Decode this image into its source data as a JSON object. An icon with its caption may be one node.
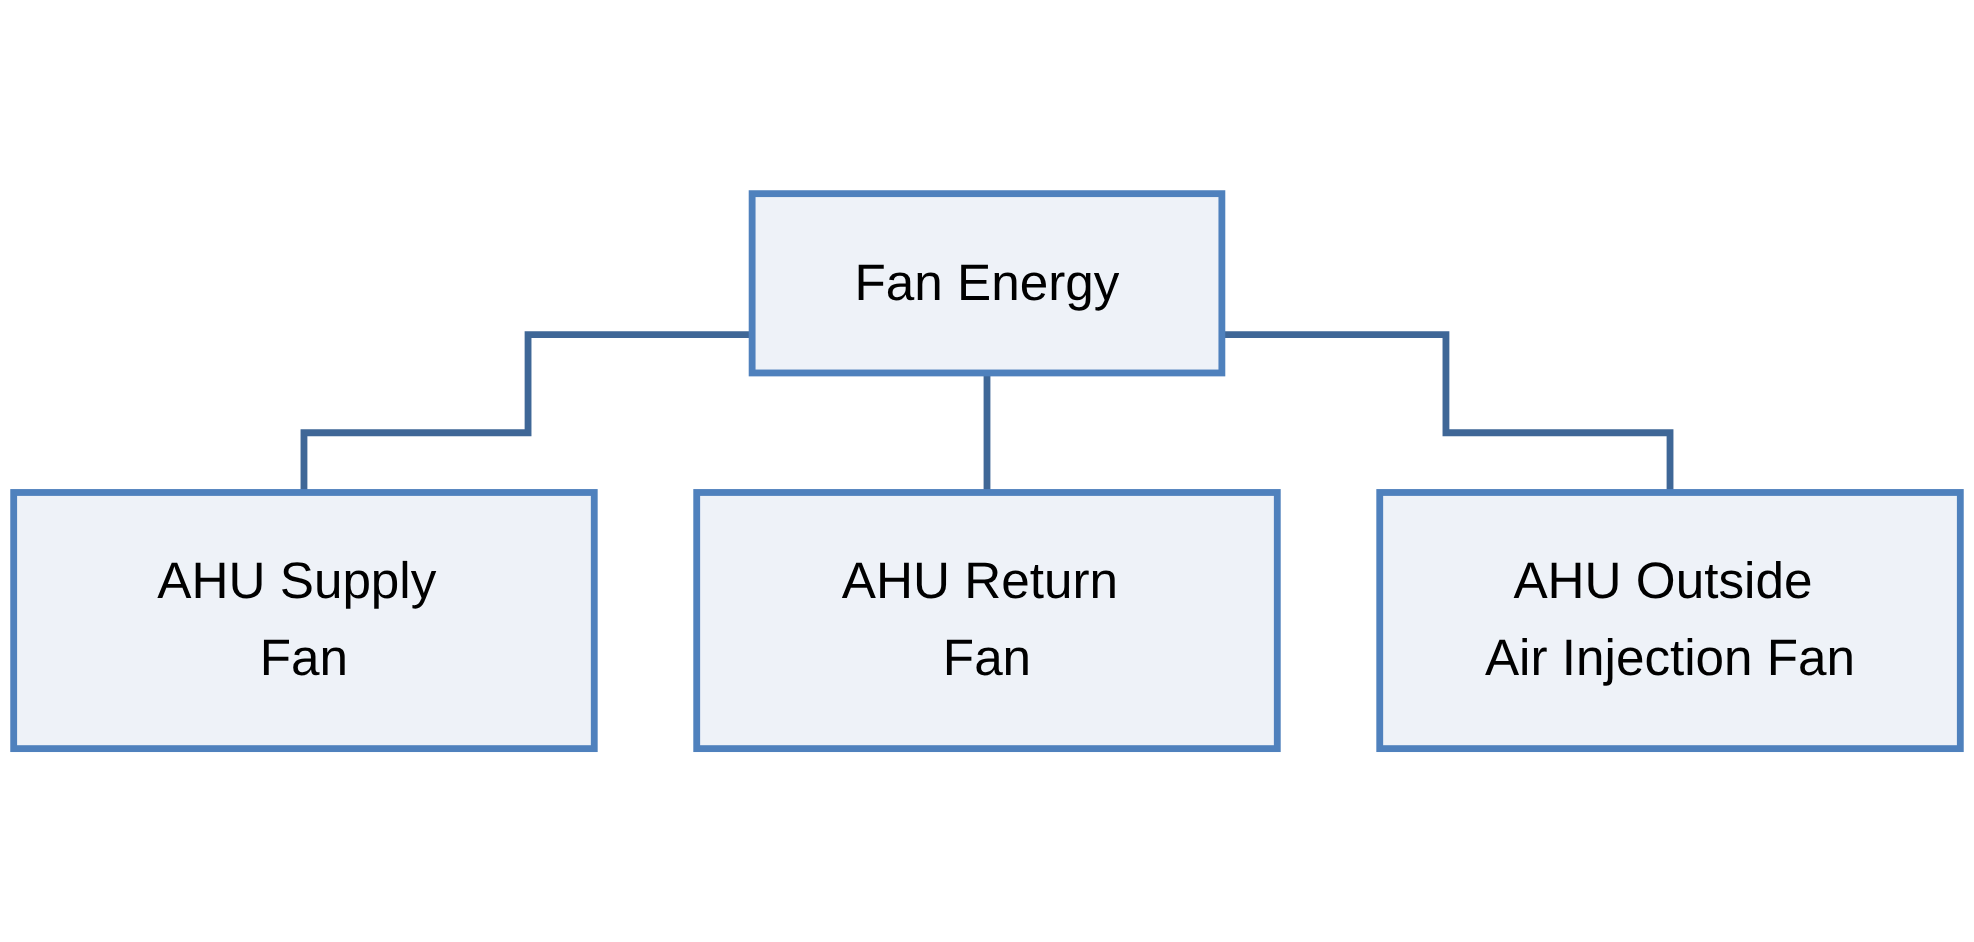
{
  "diagram": {
    "nodes": [
      {
        "text": [
          "Fan Energy"
        ]
      },
      {
        "text": [
          "AHU Supply Fan"
        ]
      },
      {
        "text": [
          "AHU Return Fan"
        ]
      },
      {
        "text": [
          "AHU Outside Air Injection Fan"
        ]
      }
    ],
    "edges": [
      {
        "from": 0,
        "to": 1,
        "arrow": "none"
      },
      {
        "from": 0,
        "to": 2,
        "arrow": "none"
      },
      {
        "from": 0,
        "to": 3,
        "arrow": "none"
      }
    ]
  }
}
